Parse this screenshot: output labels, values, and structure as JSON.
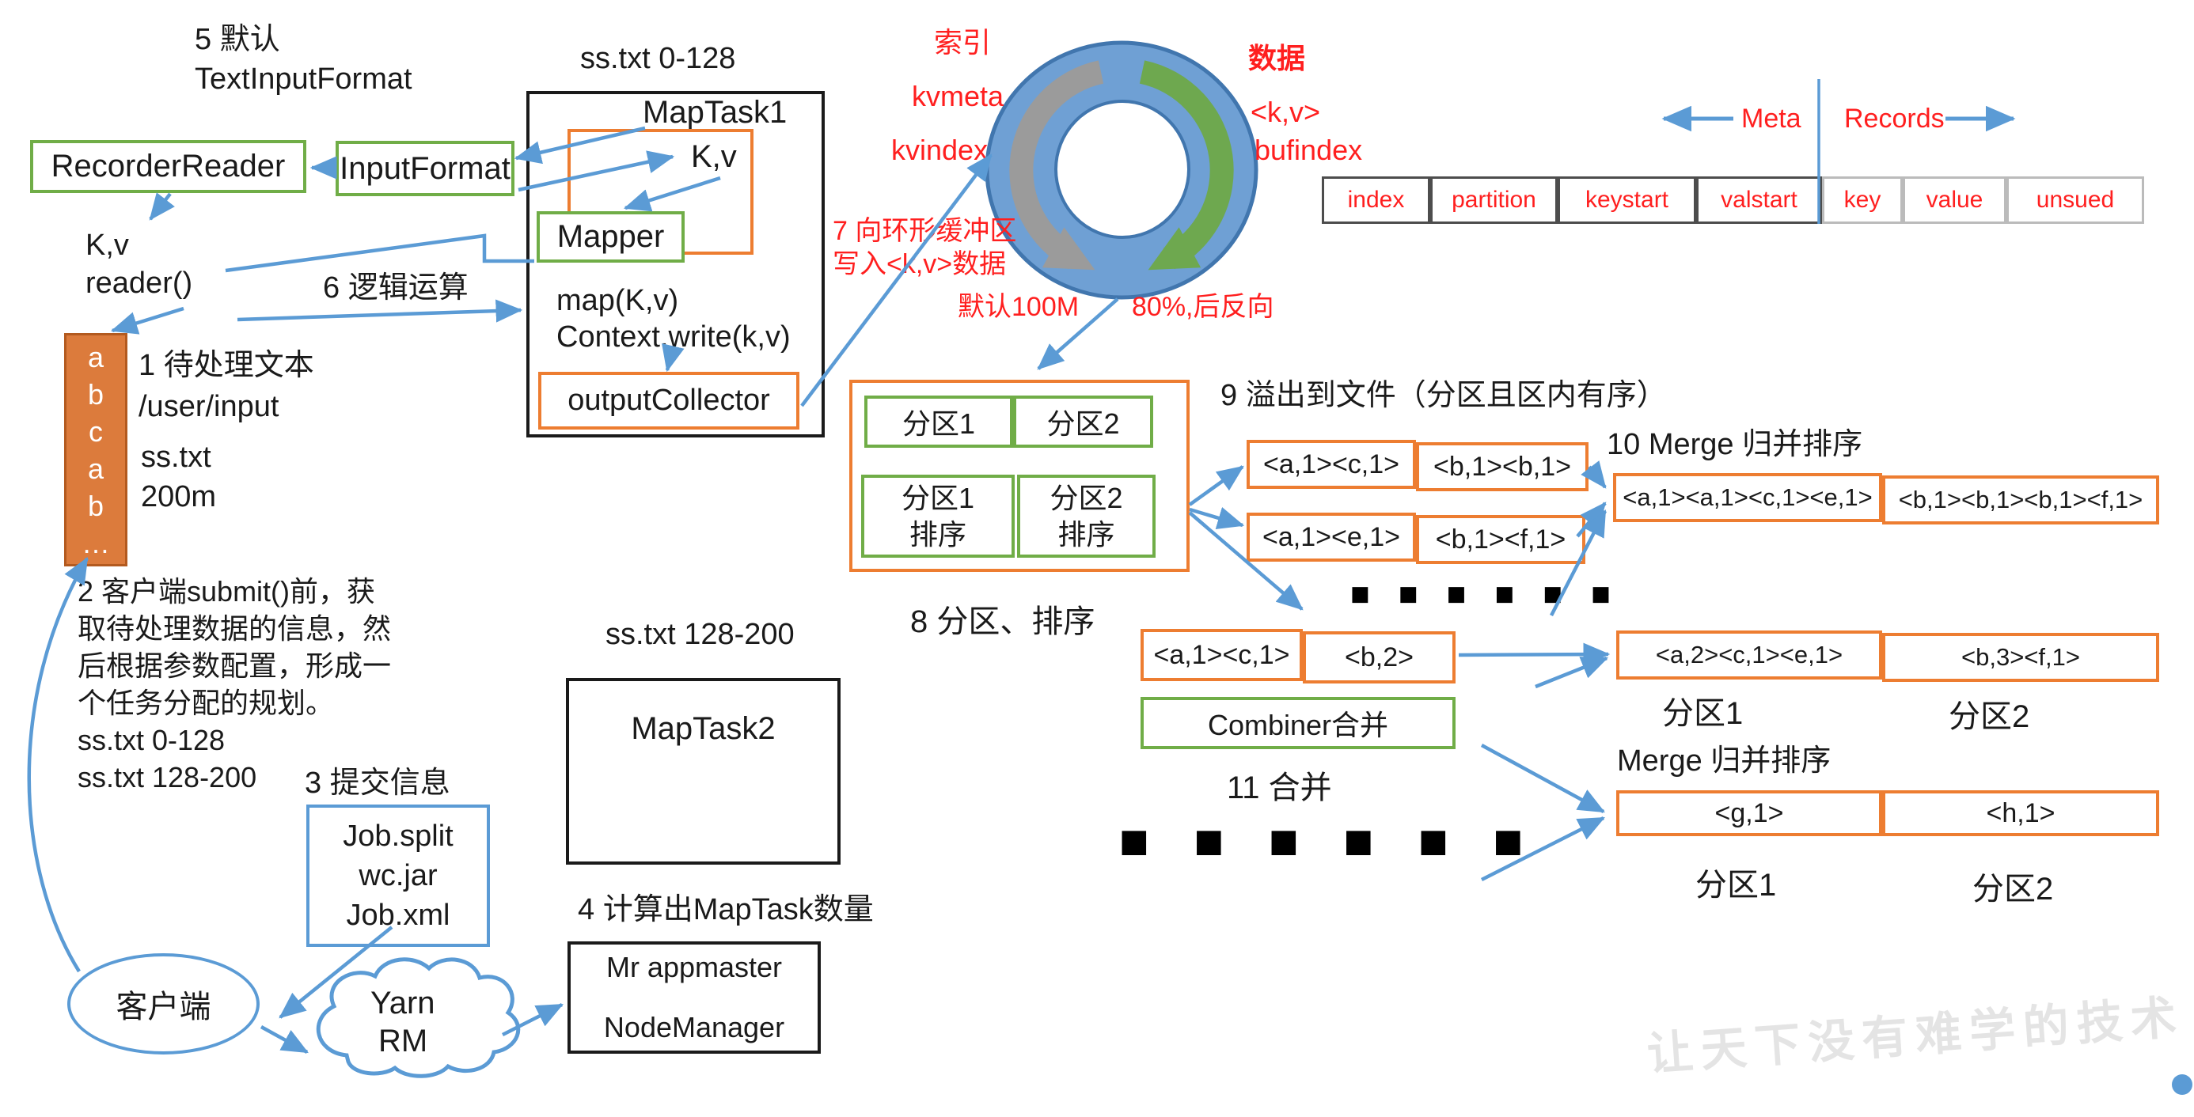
{
  "colors": {
    "accent_blue": "#5B9BD5",
    "green": "#70AD47",
    "orange": "#ED7D31",
    "orange_fill": "#DC7B3C",
    "red": "#FF1F1F",
    "ring_fill": "#6FA0D4",
    "ring_border": "#4176AE",
    "gray_arrow": "#9B9B9B",
    "watermark_gray": "#E4E4E4"
  },
  "top_left": {
    "step5_line1": "5 默认",
    "step5_line2": "TextInputFormat",
    "recorder_reader": "RecorderReader",
    "input_format": "InputFormat",
    "kv": "K,v",
    "reader": "reader()",
    "step6": "6 逻辑运算"
  },
  "map_task1": {
    "caption": "ss.txt 0-128",
    "title": "MapTask1",
    "kv": "K,v",
    "mapper": "Mapper",
    "map_line1": "map(K,v)",
    "map_line2": "Context.write(k,v)",
    "output_collector": "outputCollector"
  },
  "input_data": {
    "letters": [
      "a",
      "b",
      "c",
      "a",
      "b",
      "…"
    ],
    "step1_title": "1 待处理文本",
    "path": "/user/input",
    "file": "ss.txt",
    "size": "200m"
  },
  "step2": {
    "lines": [
      "2 客户端submit()前，获",
      "取待处理数据的信息，然",
      "后根据参数配置，形成一",
      "个任务分配的规划。",
      "ss.txt  0-128",
      "ss.txt  128-200"
    ]
  },
  "step3": "3 提交信息",
  "job_files": {
    "lines": [
      "Job.split",
      "wc.jar",
      "Job.xml"
    ]
  },
  "client": "客户端",
  "yarn": {
    "line1": "Yarn",
    "line2": "RM"
  },
  "step4": "4 计算出MapTask数量",
  "node": {
    "line1": "Mr appmaster",
    "line2": "NodeManager"
  },
  "map_task2": {
    "caption": "ss.txt 128-200",
    "title": "MapTask2"
  },
  "ring_buffer": {
    "index_title": "索引",
    "kvmeta": "kvmeta",
    "kvindex": "kvindex",
    "data_title": "数据",
    "kv": "<k,v>",
    "bufindex": "bufindex",
    "step7_line1": "7 向环形缓冲区",
    "step7_line2": "写入<k,v>数据",
    "default_size": "默认100M",
    "reverse": "80%,后反向"
  },
  "meta_records": {
    "meta": "Meta",
    "records": "Records",
    "cells": [
      "index",
      "partition",
      "keystart",
      "valstart",
      "key",
      "value",
      "unsued"
    ]
  },
  "partition_sort": {
    "p1": "分区1",
    "p2": "分区2",
    "p1_sort_line1": "分区1",
    "p1_sort_line2": "排序",
    "p2_sort_line1": "分区2",
    "p2_sort_line2": "排序",
    "step8": "8 分区、排序"
  },
  "spill": {
    "step9": "9 溢出到文件（分区且区内有序）",
    "row1": [
      "<a,1><c,1>",
      "<b,1><b,1>"
    ],
    "row2": [
      "<a,1><e,1>",
      "<b,1><f,1>"
    ],
    "dots": "■ ■ ■   ■ ■ ■"
  },
  "merge": {
    "step10": "10 Merge 归并排序",
    "cells": [
      "<a,1><a,1><c,1><e,1>",
      "<b,1><b,1><b,1><f,1>"
    ]
  },
  "combine": {
    "row": [
      "<a,1><c,1>",
      "<b,2>"
    ],
    "combiner": "Combiner合并",
    "step11": "11 合并",
    "dots": "■ ■ ■   ■ ■ ■"
  },
  "result": {
    "cells": [
      "<a,2><c,1><e,1>",
      "<b,3><f,1>"
    ],
    "captions": [
      "分区1",
      "分区2"
    ]
  },
  "merge2": {
    "title": "Merge 归并排序",
    "cells": [
      "<g,1>",
      "<h,1>"
    ],
    "captions": [
      "分区1",
      "分区2"
    ]
  },
  "watermark": "让天下没有难学的技术"
}
